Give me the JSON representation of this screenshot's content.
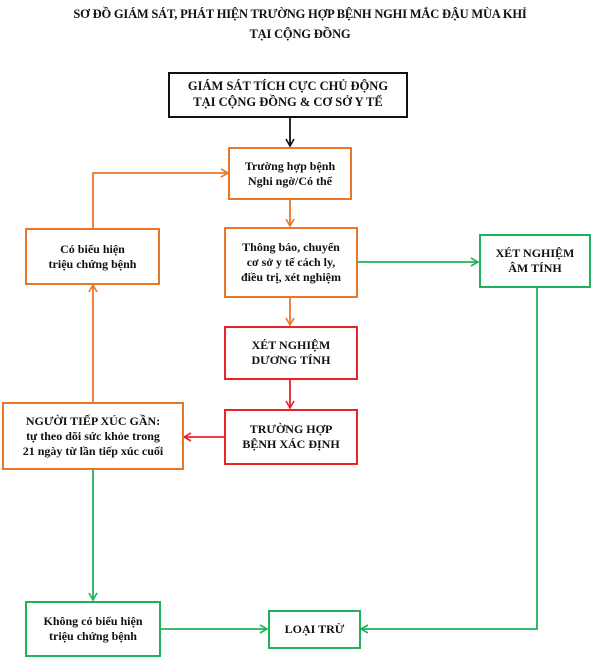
{
  "title": {
    "line1": "SƠ ĐỒ GIÁM SÁT, PHÁT HIỆN TRƯỜNG HỢP BỆNH NGHI MẮC ĐẬU MÙA KHỈ",
    "line2": "TẠI CỘNG ĐỒNG"
  },
  "colors": {
    "surveillance": "#111111",
    "suspected_flow": "#e8772a",
    "positive_flow": "#e8232b",
    "negative_flow": "#1fb25a"
  },
  "nodes": {
    "surveillance": "GIÁM SÁT TÍCH CỰC CHỦ ĐỘNG\nTẠI CỘNG ĐỒNG & CƠ SỞ Y TẾ",
    "suspected_case": "Trường hợp bệnh\nNghi ngờ/Có thể",
    "has_symptoms": "Có biểu hiện\ntriệu chứng bệnh",
    "notify_isolate": "Thông báo, chuyển\ncơ sở y tế cách ly,\nđiều trị, xét nghiệm",
    "test_negative": "XÉT NGHIỆM\nÂM TÍNH",
    "test_positive": "XÉT NGHIỆM\nDƯƠNG TÍNH",
    "confirmed_case": "TRƯỜNG HỢP\nBỆNH XÁC ĐỊNH",
    "close_contact": "NGƯỜI TIẾP XÚC GẦN:\ntự theo dõi sức khỏe trong\n21 ngày từ lần tiếp xúc cuối",
    "no_symptoms": "Không có biểu hiện\ntriệu chứng bệnh",
    "excluded": "LOẠI TRỪ"
  }
}
